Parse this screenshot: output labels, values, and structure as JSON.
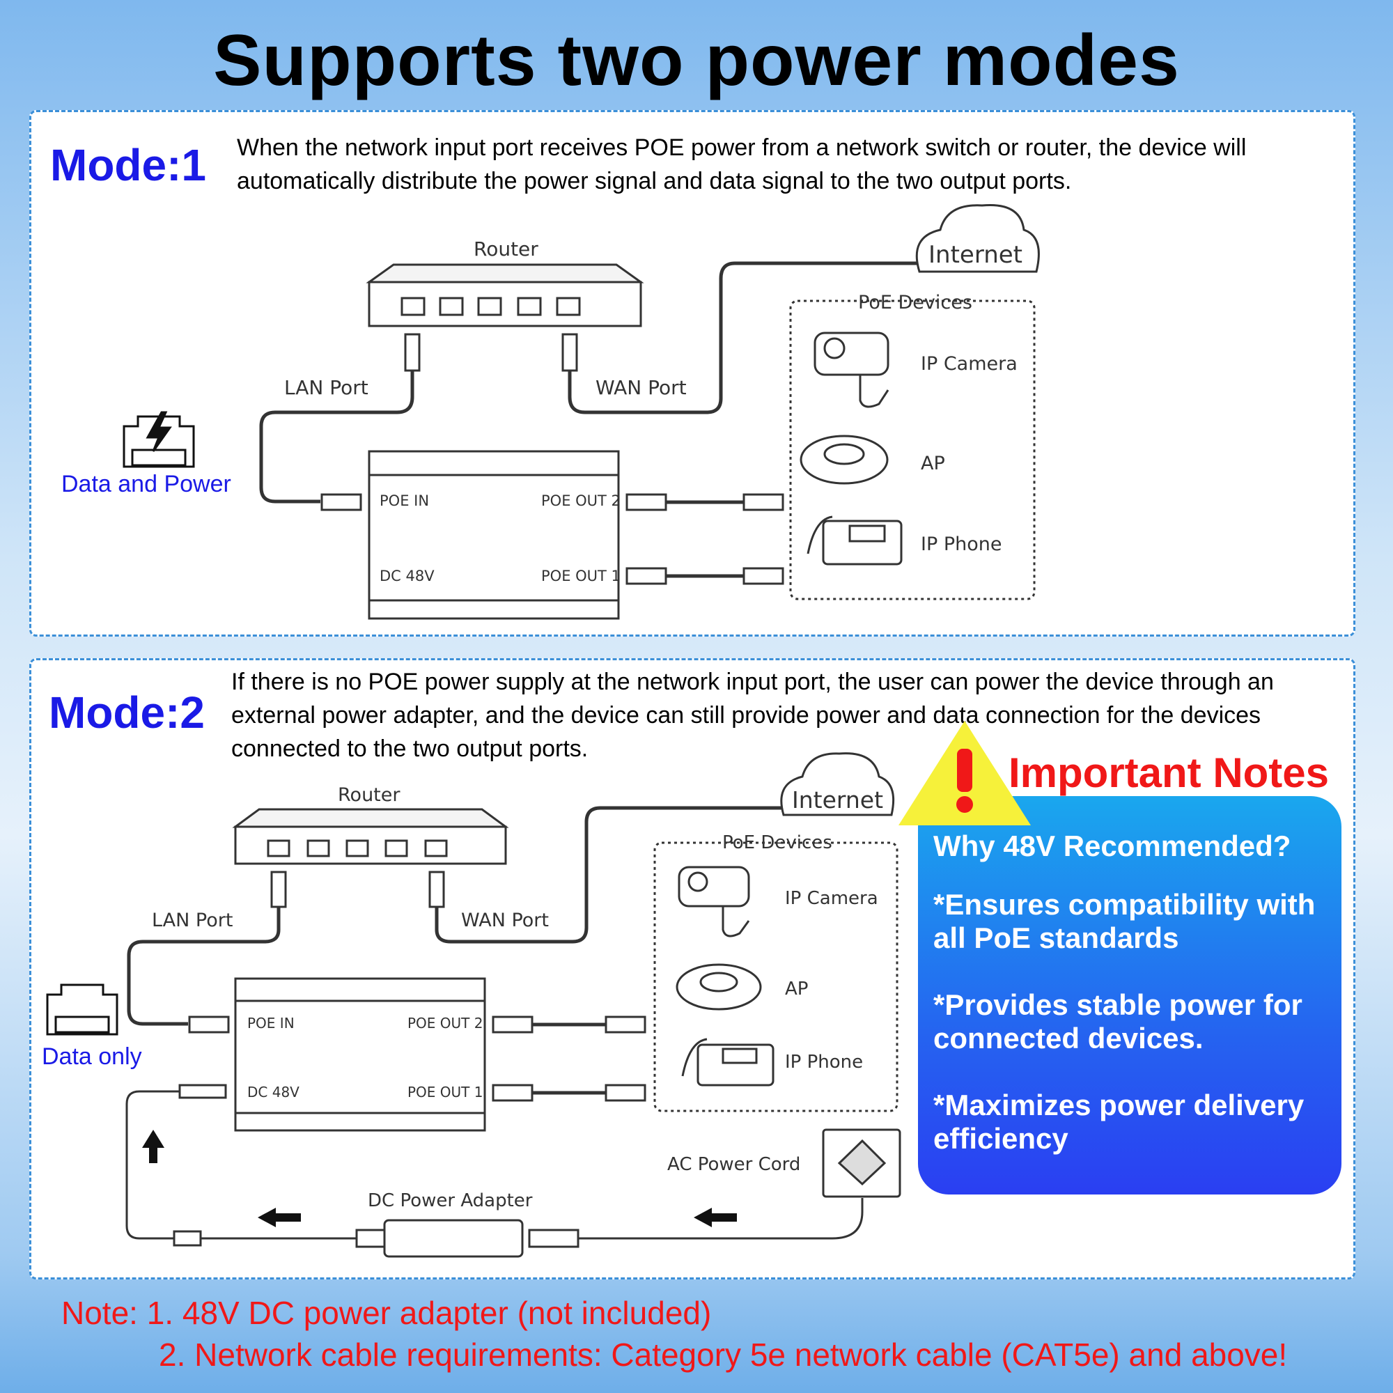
{
  "title": "Supports two power modes",
  "mode1": {
    "label": "Mode:1",
    "description": "When the network input port receives POE power from a network switch or router, the device will automatically distribute the power signal and data signal to the two output ports.",
    "input_label": "Data and Power"
  },
  "mode2": {
    "label": "Mode:2",
    "description": "If there is no POE power supply at the network input port, the user can power the device through an external power adapter, and the device can still provide power and data connection for the devices connected to the two output ports.",
    "input_label": "Data only"
  },
  "diagram": {
    "router": "Router",
    "internet": "Internet",
    "lan_port": "LAN Port",
    "wan_port": "WAN Port",
    "poe_devices": "PoE Devices",
    "ip_camera": "IP Camera",
    "ap": "AP",
    "ip_phone": "IP Phone",
    "poe_in": "POE IN",
    "poe_out_2": "POE OUT 2",
    "poe_out_1": "POE OUT 1",
    "dc_48v": "DC 48V",
    "ac_power_cord": "AC Power Cord",
    "dc_power_adapter": "DC Power Adapter"
  },
  "important_notes": {
    "title": "Important Notes",
    "heading": "Why 48V Recommended?",
    "items": [
      "*Ensures compatibility with all PoE standards",
      "*Provides stable power for connected devices.",
      "*Maximizes power delivery efficiency"
    ]
  },
  "bottom_note": {
    "line1": "Note: 1. 48V DC power adapter (not included)",
    "line2": "2. Network cable requirements: Category 5e network cable (CAT5e) and above!"
  },
  "colors": {
    "mode_label": "#1a1ae6",
    "important": "#f01818",
    "card_top": "#1aa7ee",
    "card_bottom": "#2a3ff2"
  }
}
